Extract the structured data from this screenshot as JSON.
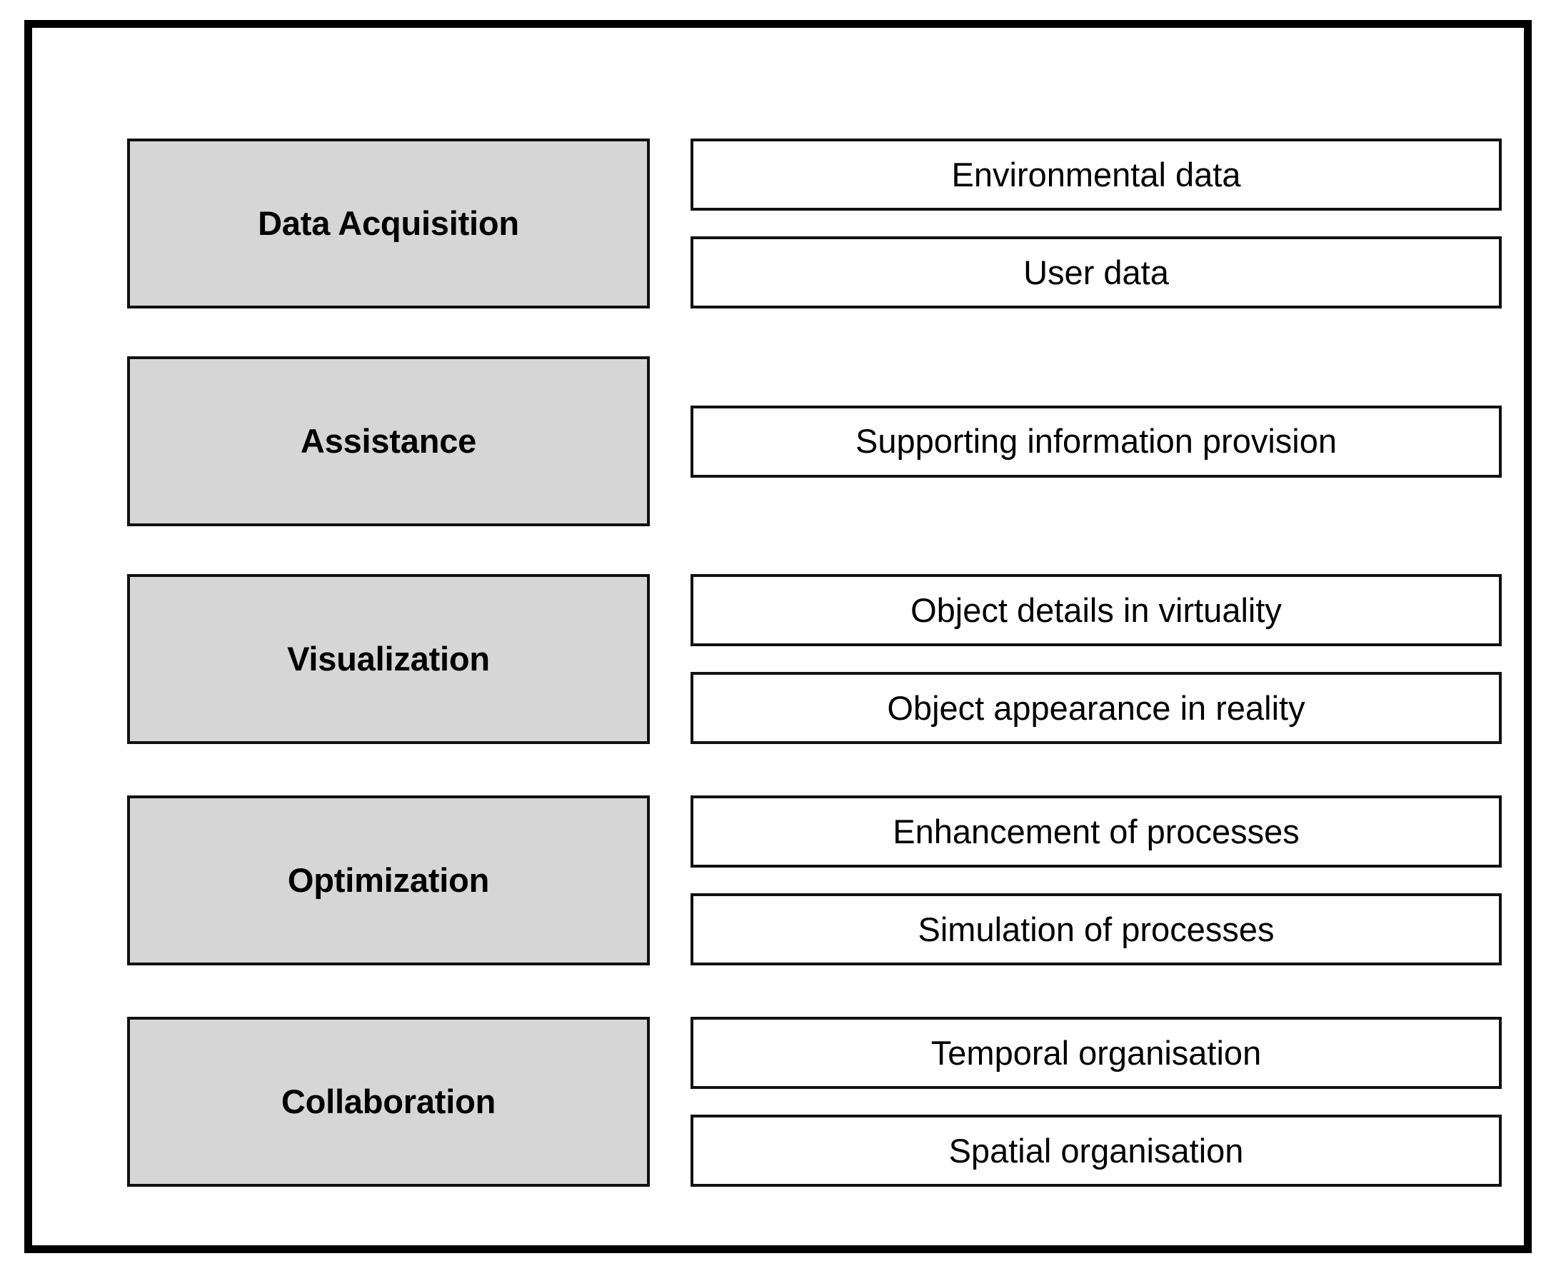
{
  "figure": {
    "frame_color": "#000000",
    "category_fill": "#d6d6d6",
    "item_fill": "#ffffff",
    "border_color": "#111111"
  },
  "rows": [
    {
      "category": "Data Acquisition",
      "items": [
        "Environmental data",
        "User data"
      ]
    },
    {
      "category": "Assistance",
      "items": [
        "Supporting information provision"
      ]
    },
    {
      "category": "Visualization",
      "items": [
        "Object details in virtuality",
        "Object appearance in reality"
      ]
    },
    {
      "category": "Optimization",
      "items": [
        "Enhancement of processes",
        "Simulation of processes"
      ]
    },
    {
      "category": "Collaboration",
      "items": [
        "Temporal organisation",
        "Spatial organisation"
      ]
    }
  ]
}
